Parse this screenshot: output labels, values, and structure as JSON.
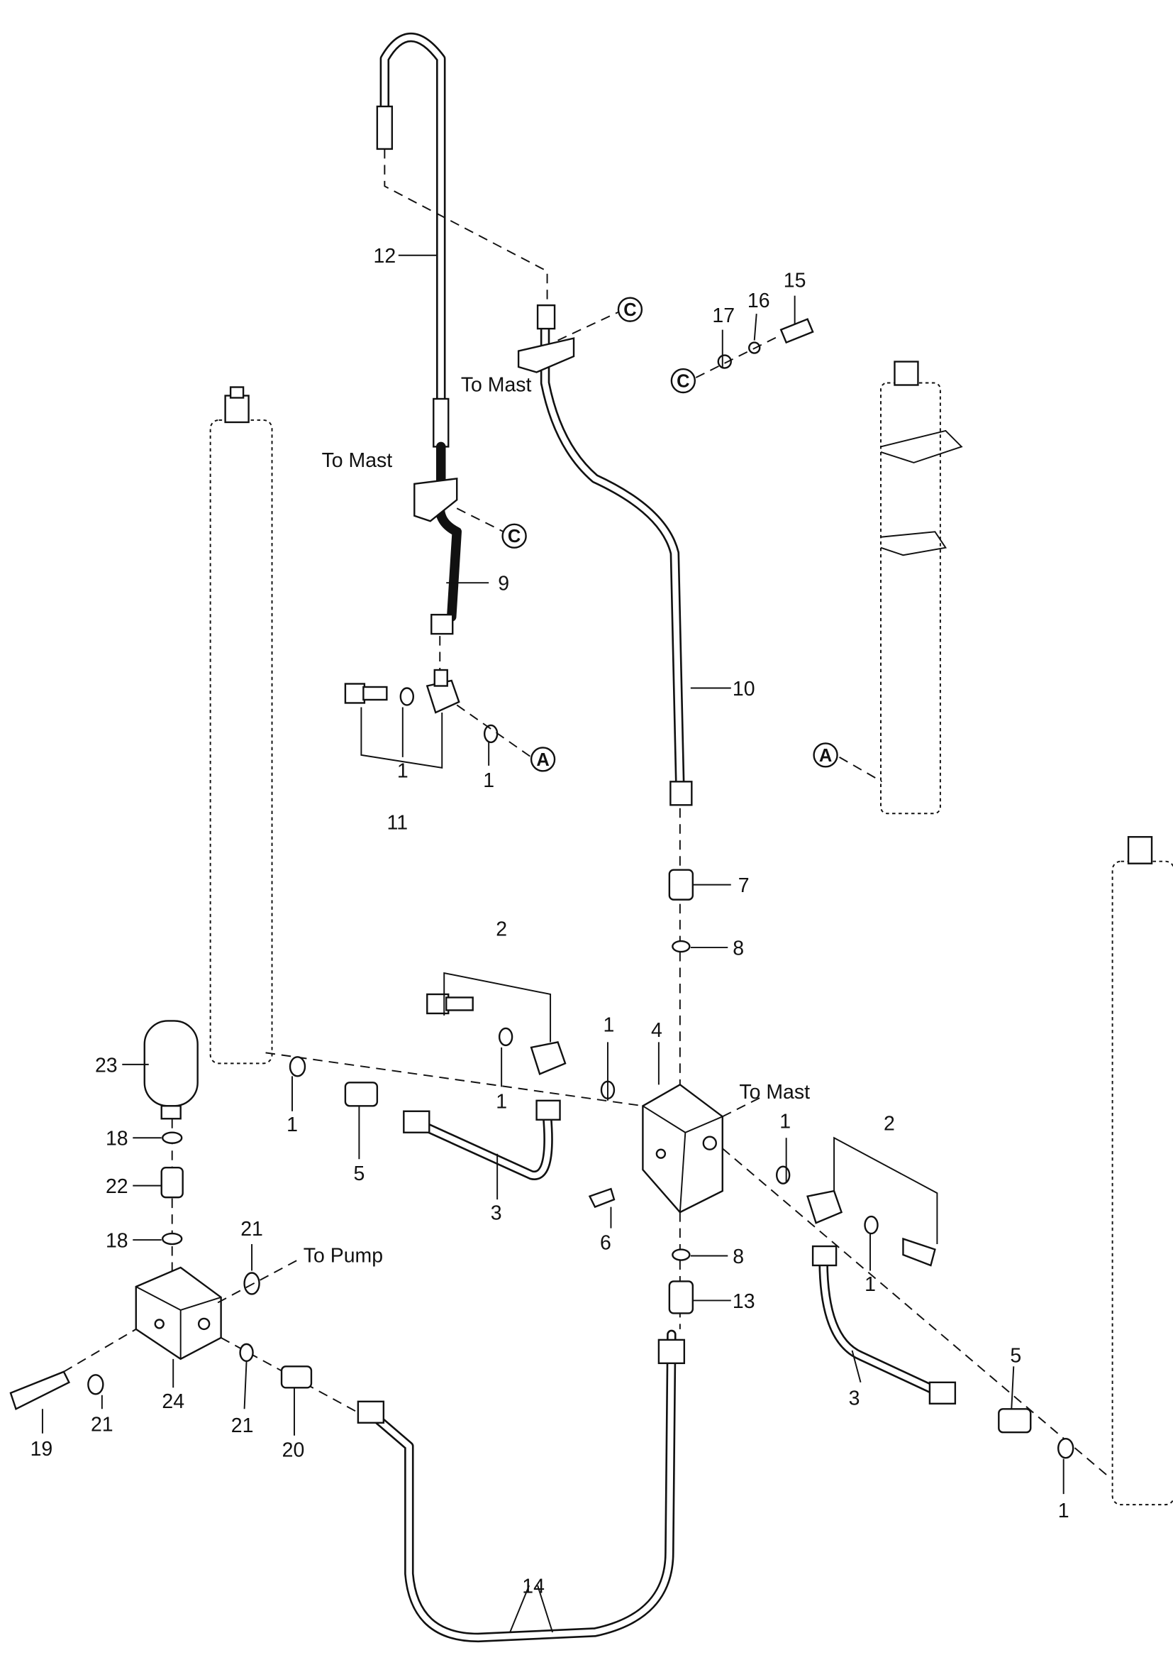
{
  "diagram": {
    "callouts": [
      "12",
      "15",
      "16",
      "17",
      "9",
      "10",
      "1",
      "1",
      "11",
      "7",
      "8",
      "2",
      "1",
      "4",
      "23",
      "1",
      "1",
      "5",
      "3",
      "1",
      "2",
      "18",
      "22",
      "6",
      "8",
      "18",
      "21",
      "13",
      "1",
      "5",
      "3",
      "24",
      "19",
      "21",
      "21",
      "20",
      "1",
      "14"
    ],
    "destination_labels": [
      "To Mast",
      "To Mast",
      "To Mast",
      "To Pump"
    ],
    "reference_markers": [
      "C",
      "C",
      "C",
      "A",
      "A"
    ]
  }
}
